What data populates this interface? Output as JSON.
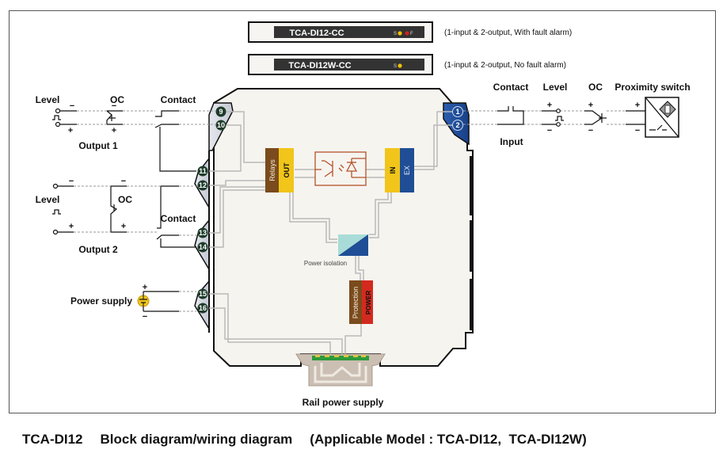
{
  "models": [
    {
      "name": "TCA-DI12-CC",
      "leds": [
        {
          "label": "S",
          "color": "#f2c200"
        },
        {
          "label": "F",
          "color": "#d41e1e"
        }
      ],
      "description": "(1-input & 2-output, With fault alarm)"
    },
    {
      "name": "TCA-DI12W-CC",
      "leds": [
        {
          "label": "S",
          "color": "#f2c200"
        }
      ],
      "description": "(1-input & 2-output, No fault alarm)"
    }
  ],
  "left": {
    "output1": {
      "title": "Output 1",
      "level": "Level",
      "oc": "OC",
      "contact": "Contact"
    },
    "output2": {
      "title": "Output 2",
      "level": "Level",
      "oc": "OC",
      "contact": "Contact"
    },
    "power": {
      "title": "Power supply"
    }
  },
  "right": {
    "input": {
      "title": "Input",
      "contact": "Contact",
      "level": "Level",
      "oc": "OC",
      "proximity": "Proximity switch"
    }
  },
  "terminals": {
    "left": [
      "9",
      "10",
      "11",
      "12",
      "13",
      "14",
      "15",
      "16"
    ],
    "right": [
      "1",
      "2"
    ]
  },
  "blocks": {
    "relays": "Relays",
    "out": "OUT",
    "in": "IN",
    "ex": "EX",
    "power_isolation": "Power isolation",
    "protection": "Protection",
    "power": "POWER"
  },
  "rail": {
    "label": "Rail power supply"
  },
  "signs": {
    "plus": "+",
    "minus": "−"
  },
  "caption": {
    "model": "TCA-DI12",
    "title": "Block diagram/wiring diagram",
    "applicable": "(Applicable Model : TCA-DI12,  TCA-DI12W)"
  },
  "colors": {
    "terminal_left": "#1d3b2a",
    "terminal_right": "#1f4e96",
    "relay": "#7a4b1c",
    "yellow": "#f1c51a",
    "ex": "#1f4e96",
    "power": "#d32a1f",
    "optocoupler": "#b5522a"
  }
}
